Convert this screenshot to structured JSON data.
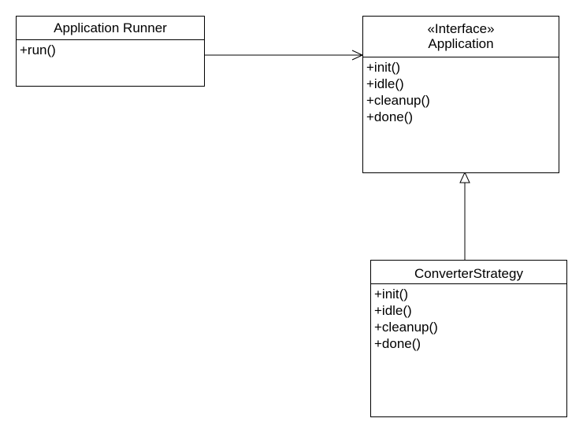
{
  "classes": {
    "runner": {
      "name": "Application Runner",
      "operations": [
        "+run()"
      ]
    },
    "application": {
      "stereotype": "«Interface»",
      "name": "Application",
      "operations": [
        "+init()",
        "+idle()",
        "+cleanup()",
        "+done()"
      ]
    },
    "converter": {
      "name": "ConverterStrategy",
      "operations": [
        "+init()",
        "+idle()",
        "+cleanup()",
        "+done()"
      ]
    }
  },
  "relations": [
    {
      "from": "runner",
      "to": "application",
      "kind": "association",
      "arrow": "open-arrow"
    },
    {
      "from": "converter",
      "to": "application",
      "kind": "realization",
      "arrow": "hollow-triangle"
    }
  ]
}
